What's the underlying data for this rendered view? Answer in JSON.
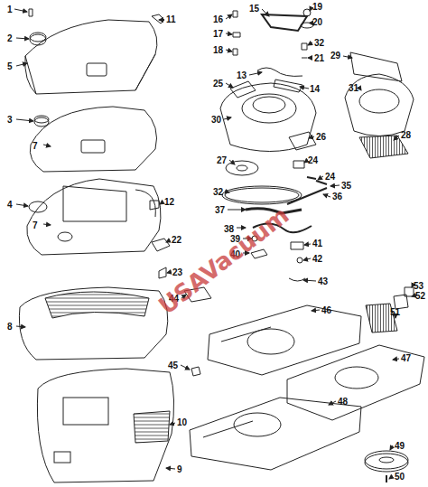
{
  "diagram": {
    "labels": [
      "1",
      "11",
      "2",
      "5",
      "16",
      "15",
      "19",
      "20",
      "17",
      "32",
      "18",
      "21",
      "13",
      "14",
      "29",
      "31",
      "25",
      "30",
      "26",
      "28",
      "27",
      "24",
      "24",
      "35",
      "32",
      "36",
      "3",
      "7",
      "4",
      "12",
      "37",
      "7",
      "22",
      "38",
      "39",
      "41",
      "40",
      "42",
      "23",
      "43",
      "53",
      "52",
      "44",
      "51",
      "46",
      "8",
      "47",
      "45",
      "48",
      "10",
      "49",
      "9",
      "50",
      "USAVacuum"
    ]
  }
}
